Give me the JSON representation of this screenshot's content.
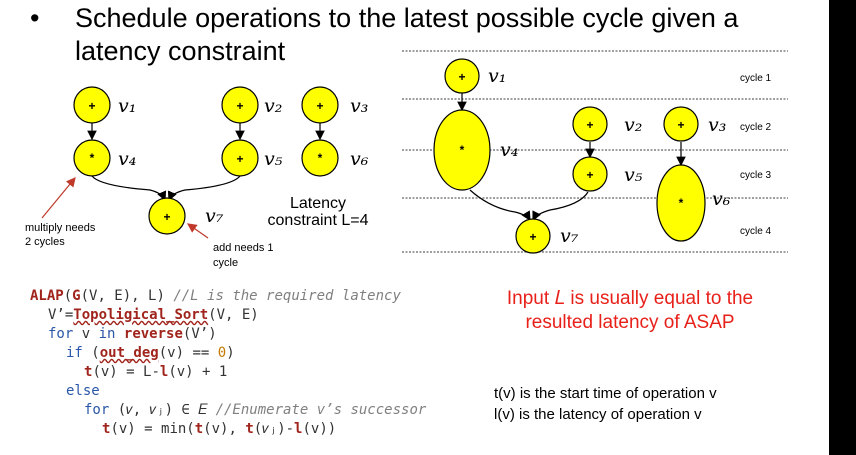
{
  "title": {
    "bullet": "•",
    "line1": "Schedule operations to the latest possible cycle given a",
    "line2": "latency constraint"
  },
  "left_graph": {
    "nodes": [
      {
        "id": "v1",
        "op": "+",
        "label": "𝑣₁"
      },
      {
        "id": "v2",
        "op": "+",
        "label": "𝑣₂"
      },
      {
        "id": "v3",
        "op": "+",
        "label": "𝑣₃"
      },
      {
        "id": "v4",
        "op": "*",
        "label": "𝑣₄"
      },
      {
        "id": "v5",
        "op": "+",
        "label": "𝑣₅"
      },
      {
        "id": "v6",
        "op": "*",
        "label": "𝑣₆"
      },
      {
        "id": "v7",
        "op": "+",
        "label": "𝑣₇"
      }
    ],
    "multiply_note_1": "multiply needs",
    "multiply_note_2": "2 cycles",
    "add_note_1": "add needs 1",
    "add_note_2": "cycle",
    "latency_1": "Latency",
    "latency_2": "constraint L=4"
  },
  "right_graph": {
    "cycles": [
      "cycle 1",
      "cycle 2",
      "cycle 3",
      "cycle 4"
    ],
    "nodes": [
      {
        "id": "v1",
        "op": "+",
        "label": "𝑣₁"
      },
      {
        "id": "v4",
        "op": "*",
        "label": "𝑣₄"
      },
      {
        "id": "v2",
        "op": "+",
        "label": "𝑣₂"
      },
      {
        "id": "v3",
        "op": "+",
        "label": "𝑣₃"
      },
      {
        "id": "v5",
        "op": "+",
        "label": "𝑣₅"
      },
      {
        "id": "v6",
        "op": "*",
        "label": "𝑣₆"
      },
      {
        "id": "v7",
        "op": "+",
        "label": "𝑣₇"
      }
    ]
  },
  "code": {
    "l1_kw": "ALAP",
    "l1_a": "(",
    "l1_g": "G",
    "l1_b": "(V, E), L) ",
    "l1_cm": "//L is the required latency",
    "l2_a": "V’=",
    "l2_fn": "Topoligical_Sort",
    "l2_b": "(V, E)",
    "l3_kw": "for",
    "l3_a": " v ",
    "l3_kw2": "in",
    "l3_sp": " ",
    "l3_fn": "reverse",
    "l3_b": "(V’)",
    "l4_kw": "if",
    "l4_a": " (",
    "l4_fn": "out_deg",
    "l4_b": "(v) == ",
    "l4_num": "0",
    "l4_c": ")",
    "l5_fn": "t",
    "l5_a": "(v) = L-",
    "l5_fn2": "l",
    "l5_b": "(v) + 1",
    "l6_kw": "else",
    "l7_kw": "for",
    "l7_a": " (𝑣, 𝑣ⱼ) ∈ 𝐸 ",
    "l7_cm": "//Enumerate v’s successor",
    "l8_fn": "t",
    "l8_a": "(v) = min(",
    "l8_fn2": "t",
    "l8_b": "(v), ",
    "l8_fn3": "t",
    "l8_c": "(𝑣ⱼ)-",
    "l8_fn4": "l",
    "l8_d": "(v))"
  },
  "input_note": {
    "line1": "Input 𝐿 is usually equal to the",
    "line2": "resulted latency of ASAP"
  },
  "definitions": {
    "t_def": "t(v) is the start time of operation v",
    "l_def": "l(v) is the latency of operation v"
  },
  "colors": {
    "node_fill": "#ffff00",
    "node_stroke": "#000000",
    "note_red": "#e8201a",
    "code_keyword": "#2a57a8",
    "code_function": "#a0241c",
    "code_comment": "#808080"
  }
}
